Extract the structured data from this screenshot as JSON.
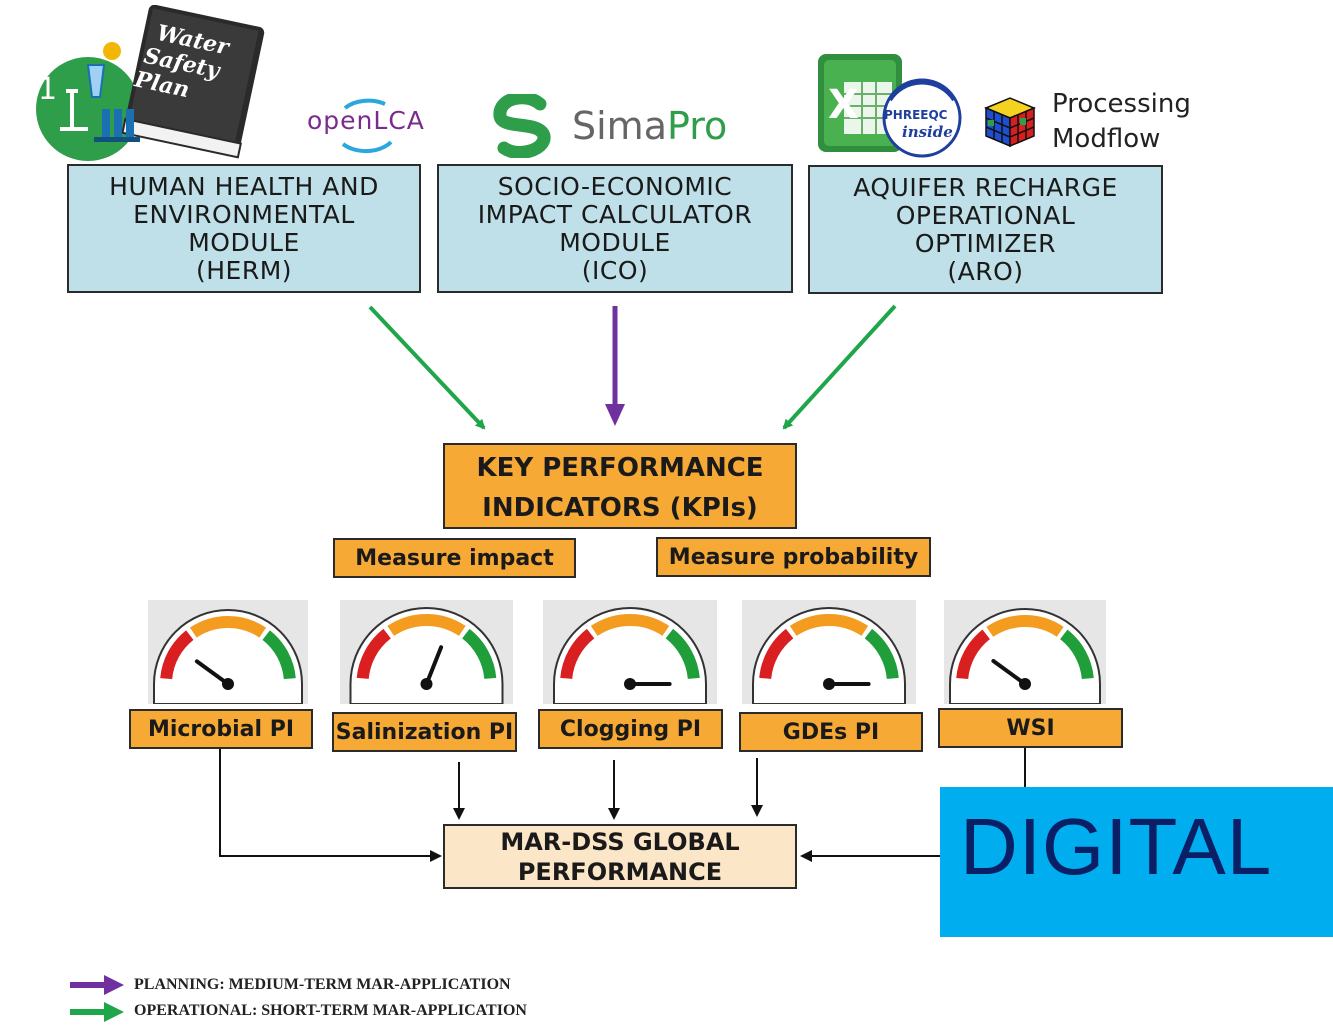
{
  "modules": [
    {
      "name": "herm",
      "lines": [
        "HUMAN HEALTH AND",
        "ENVIRONMENTAL",
        "MODULE",
        "(HERM)"
      ]
    },
    {
      "name": "ico",
      "lines": [
        "SOCIO-ECONOMIC",
        "IMPACT CALCULATOR",
        "MODULE",
        "(ICO)"
      ]
    },
    {
      "name": "aro",
      "lines": [
        "AQUIFER RECHARGE",
        "OPERATIONAL",
        "OPTIMIZER",
        "(ARO)"
      ]
    }
  ],
  "logos": {
    "wsp_book": [
      "Water",
      "Safety",
      "Plan"
    ],
    "wsp_badge": "1",
    "openlca": "openLCA",
    "simapro_prefix": "Sima",
    "simapro_suffix": "Pro",
    "phreeqc": "PHREEQC",
    "phreeqc_inside": "inside",
    "tools": [
      "Processing",
      "Modflow"
    ]
  },
  "kpi": {
    "lines": [
      "KEY PERFORMANCE",
      "INDICATORS (KPIs)"
    ]
  },
  "measures": {
    "impact": "Measure impact",
    "probability": "Measure probability"
  },
  "indicators": [
    {
      "label": "Microbial PI",
      "level": 0.2
    },
    {
      "label": "Salinization PI",
      "level": 0.62
    },
    {
      "label": "Clogging PI",
      "level": 1.0
    },
    {
      "label": "GDEs PI",
      "level": 1.0
    },
    {
      "label": "WSI",
      "level": 0.2
    }
  ],
  "global": {
    "lines": [
      "MAR-DSS GLOBAL",
      "PERFORMANCE"
    ]
  },
  "overlay": {
    "text": "DIGITAL"
  },
  "legend": [
    {
      "text": "PLANNING: MEDIUM-TERM MAR-APPLICATION",
      "color": "#7030a0"
    },
    {
      "text": "OPERATIONAL: SHORT-TERM MAR-APPLICATION",
      "color": "#1fa64a"
    }
  ],
  "colors": {
    "module_fill": "#bfe0e8",
    "kpi_fill": "#f7a935",
    "global_fill": "#fce6c8",
    "digital_fill": "#00adee",
    "purple_arrow": "#7030a0",
    "green_arrow": "#1fa64a"
  }
}
